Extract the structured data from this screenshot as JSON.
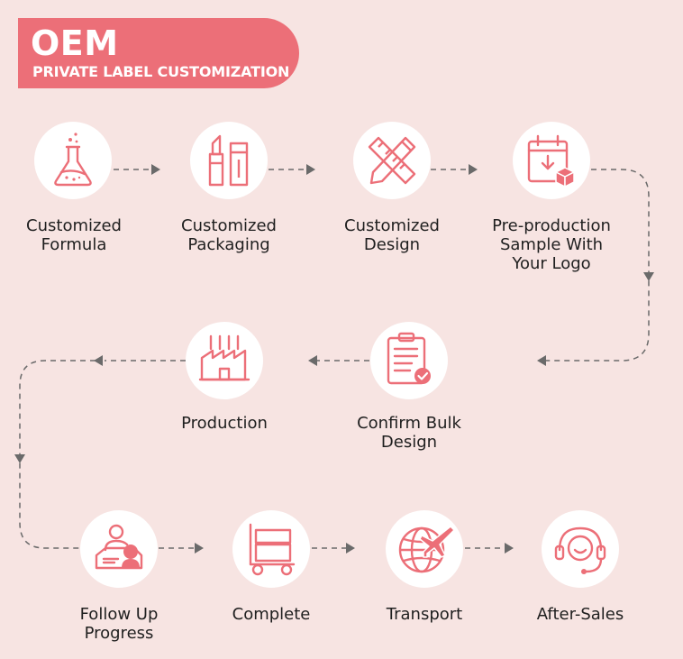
{
  "header": {
    "title": "OEM",
    "subtitle": "PRIVATE LABEL CUSTOMIZATION"
  },
  "colors": {
    "background": "#f7e4e2",
    "accent": "#ec6f78",
    "connector": "#6a6a6a",
    "icon_bg": "#ffffff"
  },
  "steps": [
    {
      "label_lines": [
        "Customized",
        "Formula"
      ],
      "icon": "flask-icon"
    },
    {
      "label_lines": [
        "Customized",
        "Packaging"
      ],
      "icon": "lipstick-icon"
    },
    {
      "label_lines": [
        "Customized",
        "Design"
      ],
      "icon": "ruler-pencil-icon"
    },
    {
      "label_lines": [
        "Pre-production",
        "Sample With",
        "Your Logo"
      ],
      "icon": "calendar-box-icon"
    },
    {
      "label_lines": [
        "Confirm Bulk",
        "Design"
      ],
      "icon": "clipboard-check-icon"
    },
    {
      "label_lines": [
        "Production"
      ],
      "icon": "factory-icon"
    },
    {
      "label_lines": [
        "Follow Up",
        "Progress"
      ],
      "icon": "person-board-icon"
    },
    {
      "label_lines": [
        "Complete"
      ],
      "icon": "cart-icon"
    },
    {
      "label_lines": [
        "Transport"
      ],
      "icon": "globe-plane-icon"
    },
    {
      "label_lines": [
        "After-Sales"
      ],
      "icon": "headset-icon"
    }
  ]
}
